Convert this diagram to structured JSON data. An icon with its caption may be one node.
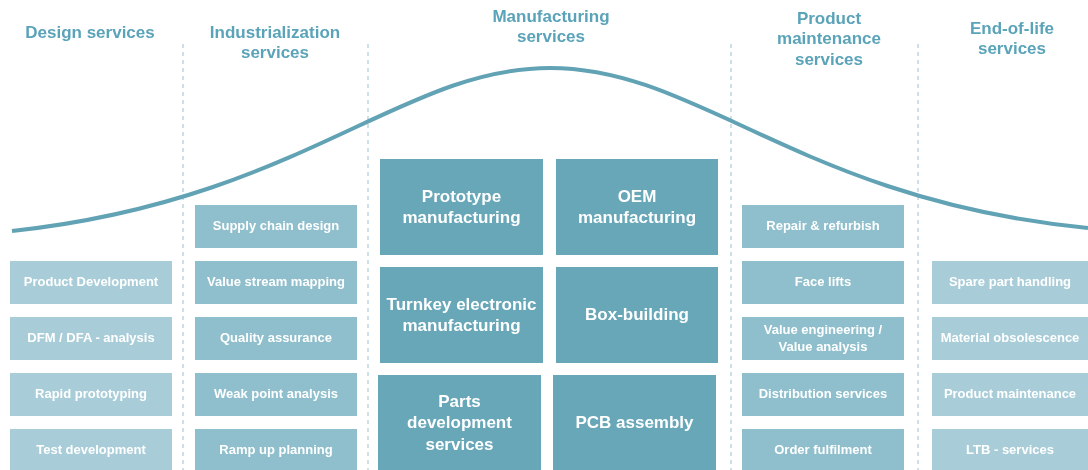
{
  "diagram": {
    "nodes": [
      {
        "text": [
          "Product Development"
        ]
      },
      {
        "text": [
          "DFM / DFA - analysis"
        ]
      },
      {
        "text": [
          "Rapid prototyping"
        ]
      },
      {
        "text": [
          "Test development"
        ]
      },
      {
        "text": [
          "Supply chain design"
        ]
      },
      {
        "text": [
          "Value stream mapping"
        ]
      },
      {
        "text": [
          "Quality assurance"
        ]
      },
      {
        "text": [
          "Weak point analysis"
        ]
      },
      {
        "text": [
          "Ramp up planning"
        ]
      },
      {
        "text": [
          "Prototype manufacturing"
        ]
      },
      {
        "text": [
          "OEM manufacturing"
        ]
      },
      {
        "text": [
          "Turnkey electronic manufacturing"
        ]
      },
      {
        "text": [
          "Box-building"
        ]
      },
      {
        "text": [
          "Parts development services"
        ]
      },
      {
        "text": [
          "PCB assembly"
        ]
      },
      {
        "text": [
          "Repair & refurbish"
        ]
      },
      {
        "text": [
          "Face lifts"
        ]
      },
      {
        "text": [
          "Value engineering / Value analysis"
        ]
      },
      {
        "text": [
          "Distribution services"
        ]
      },
      {
        "text": [
          "Order fulfilment"
        ]
      },
      {
        "text": [
          "Spare part handling"
        ]
      },
      {
        "text": [
          "Material obsolescence"
        ]
      },
      {
        "text": [
          "Product maintenance"
        ]
      },
      {
        "text": [
          "LTB - services"
        ]
      }
    ],
    "labels": [
      "Design services",
      "Industrialization services",
      "Manufacturing services",
      "Product maintenance services",
      "End-of-life services"
    ]
  }
}
